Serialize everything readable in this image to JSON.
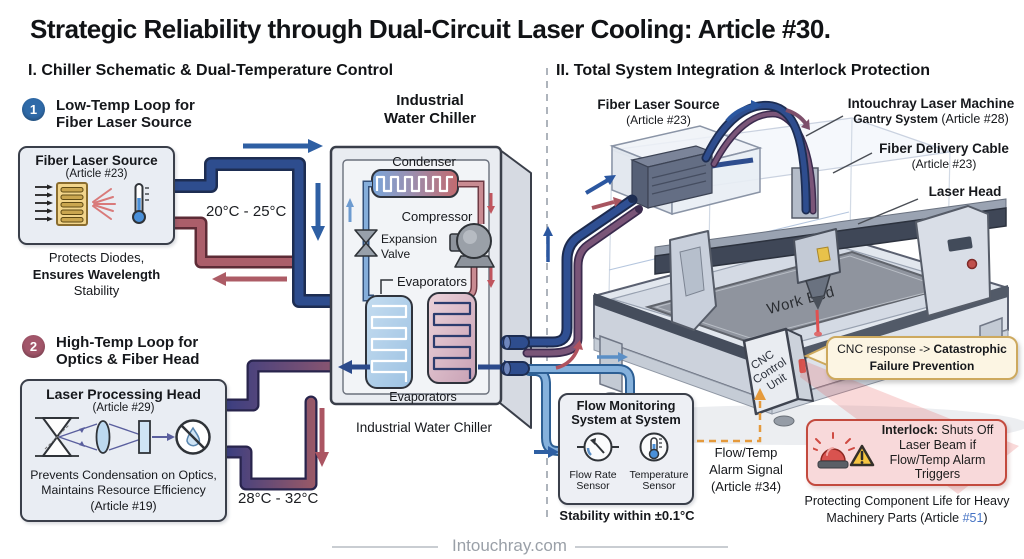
{
  "title": "Strategic Reliability through Dual-Circuit Laser Cooling: Article #30.",
  "footer": {
    "brand": "Intouchray.com"
  },
  "colors": {
    "pipe_cold_navy": "#2e4d8e",
    "pipe_hot_red": "#a95f6d",
    "pipe_water_blue": "#7fabd8",
    "alarm_orange": "#e59a3c",
    "interlock_red": "#c34a3e",
    "badge_blue": "#2f6aa8",
    "badge_maroon": "#a2566a",
    "callout_cream": "#fcf5e3"
  },
  "section1": {
    "heading": "I. Chiller Schematic & Dual-Temperature Control",
    "loop1": {
      "badge": "1",
      "title1": "Low-Temp Loop for",
      "title2": "Fiber Laser Source",
      "box_title": "Fiber Laser Source",
      "box_subtitle": "(Article #23)",
      "caption1": "Protects Diodes,",
      "caption2": "Ensures Wavelength",
      "caption3": "Stability",
      "temp": "20°C - 25°C"
    },
    "loop2": {
      "badge": "2",
      "title1": "High-Temp Loop for",
      "title2": "Optics & Fiber Head",
      "box_title": "Laser Processing Head",
      "box_subtitle": "(Article #29)",
      "caption1": "Prevents Condensation on Optics,",
      "caption2": "Maintains Resource Efficiency",
      "caption3": "(Article #19)",
      "temp": "28°C - 32°C"
    },
    "chiller": {
      "title1": "Industrial",
      "title2": "Water Chiller",
      "condenser": "Condenser",
      "compressor": "Compressor",
      "expansion1": "Expansion",
      "expansion2": "Valve",
      "evaporators_top": "Evaporators",
      "evaporators_bottom": "Evaporators",
      "caption": "Industrial Water Chiller"
    }
  },
  "section2": {
    "heading": "II. Total System Integration & Interlock Protection",
    "labels": {
      "source1": "Fiber Laser Source",
      "source2": "(Article #23)",
      "gantry1": "Intouchray Laser Machine",
      "gantry2_bold": "Gantry System",
      "gantry2_rest": " (Article #28)",
      "cable1": "Fiber Delivery Cable",
      "cable2": "(Article #23)",
      "laser_head": "Laser Head",
      "work_bed": "Work Bed",
      "cnc1": "CNC",
      "cnc2": "Control",
      "cnc3": "Unit"
    },
    "flow_monitor": {
      "title1": "Flow Monitoring",
      "title2": "System at System",
      "sensor1a": "Flow Rate",
      "sensor1b": "Sensor",
      "sensor2a": "Temperature",
      "sensor2b": "Sensor",
      "stability": "Stability within ±0.1°C"
    },
    "alarm": {
      "line1": "Flow/Temp",
      "line2": "Alarm Signal",
      "line3": "(Article #34)"
    },
    "callout": {
      "prefix": "CNC response -> ",
      "bold1": "Catastrophic",
      "bold2": "Failure Prevention"
    },
    "interlock": {
      "bold": "Interlock:",
      "rest1": " Shuts Off",
      "line2": "Laser Beam if",
      "line3": "Flow/Temp Alarm",
      "line4": "Triggers"
    },
    "protect1": "Protecting Component Life for Heavy",
    "protect2a": "Machinery Parts (Article ",
    "protect2b": "#51",
    "protect2c": ")"
  }
}
